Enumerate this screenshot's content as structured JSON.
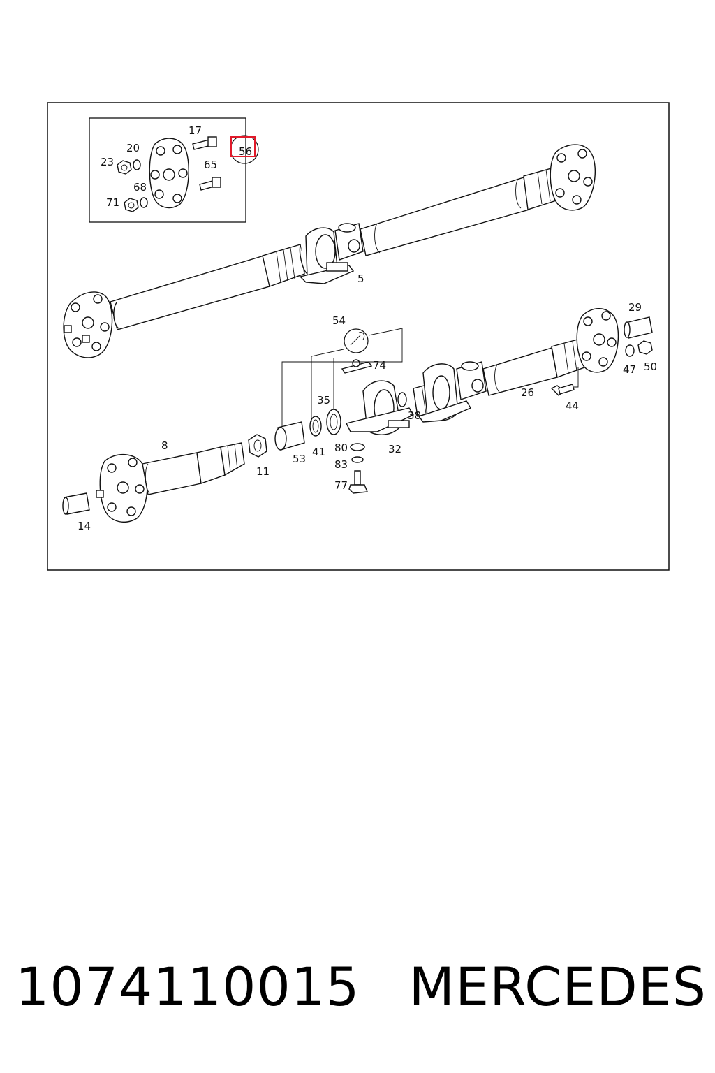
{
  "caption": {
    "part_number": "1074110015",
    "brand": "MERCEDES"
  },
  "highlight_color": "#e11a2a",
  "callouts": {
    "c17": "17",
    "c20": "20",
    "c23": "23",
    "c56": "56",
    "c65": "65",
    "c68": "68",
    "c71": "71",
    "c5": "5",
    "c29": "29",
    "c54": "54",
    "c74": "74",
    "c35": "35",
    "c47": "47",
    "c50": "50",
    "c26": "26",
    "c44": "44",
    "c38": "38",
    "c8": "8",
    "c41": "41",
    "c80": "80",
    "c32": "32",
    "c53": "53",
    "c83": "83",
    "c11": "11",
    "c77": "77",
    "c14": "14"
  },
  "highlighted_callout": "56"
}
